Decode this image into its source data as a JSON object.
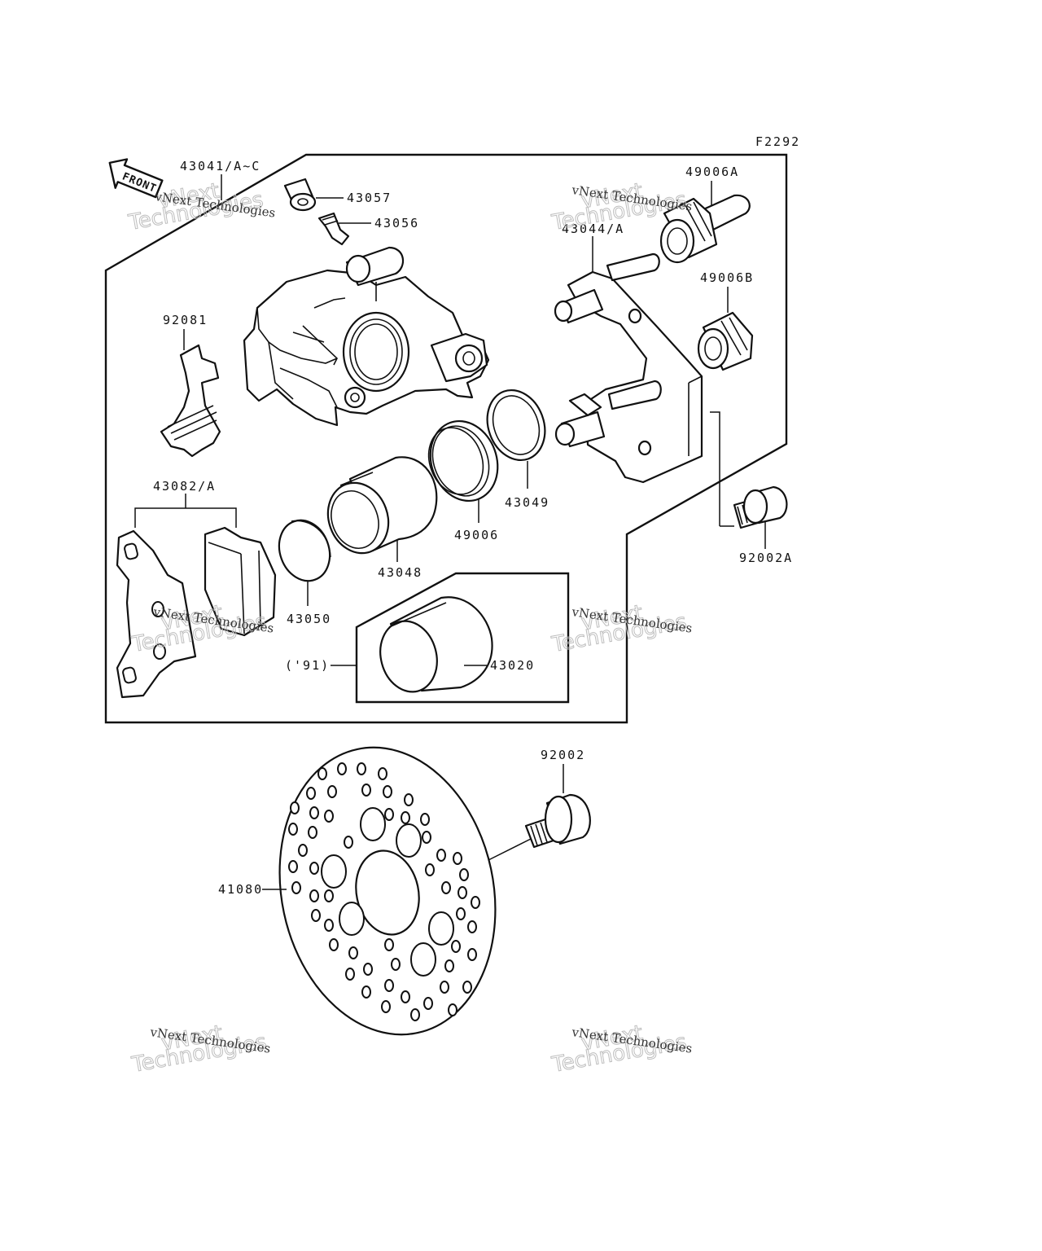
{
  "diagram_code": "F2292",
  "front_label": "FRONT",
  "watermark": {
    "line1": "vNext Technologies",
    "line2": "vNext",
    "line3": "Technologies"
  },
  "labels": {
    "caliper_assy": "43041/A~C",
    "cap": "43057",
    "bleed_valve": "43056",
    "bracket": "43044/A",
    "boot_a": "49006A",
    "boot_b": "49006B",
    "spring": "92081",
    "pads": "43082/A",
    "piston_seal": "43049",
    "dust_seal": "49006",
    "piston": "43048",
    "piston_insulator": "43050",
    "piston_91": "43020",
    "year_note": "('91)",
    "bracket_bolt": "92002A",
    "disc_bolt": "92002",
    "disc": "41080"
  }
}
